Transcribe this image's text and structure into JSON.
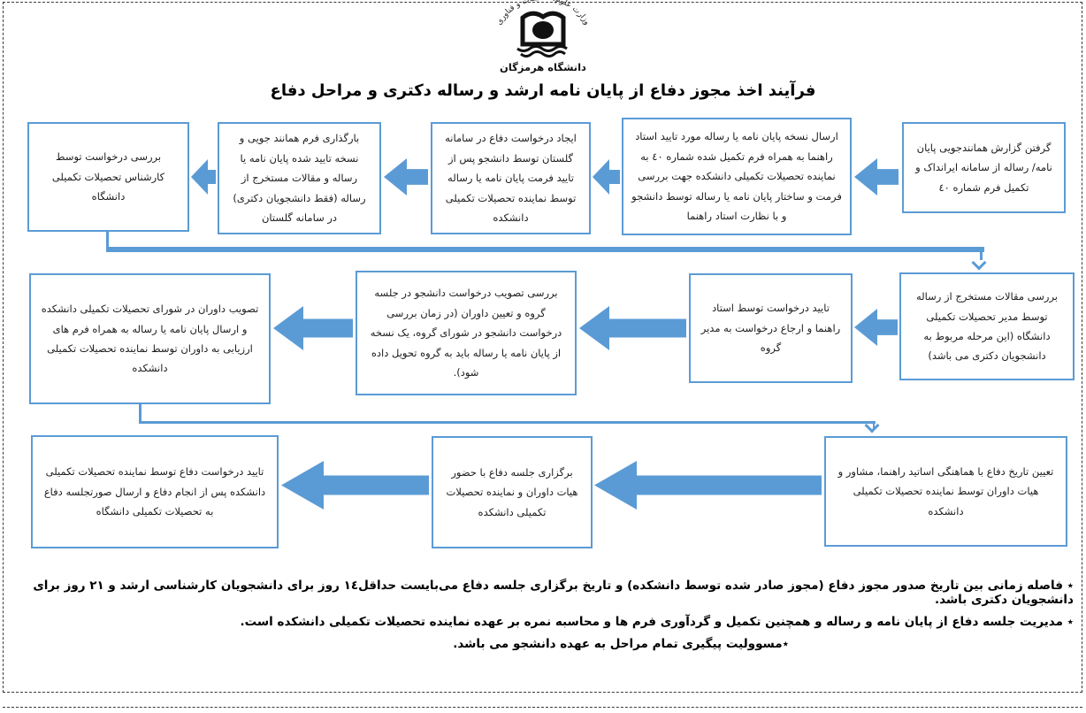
{
  "header": {
    "ministry": "وزارت علوم، تحقیقات و فناوری",
    "university": "دانشگاه هرمزگان",
    "title": "فرآیند اخذ مجوز دفاع از پایان نامه ارشد و رساله دکتری و مراحل دفاع"
  },
  "colors": {
    "accent": "#5B9BD5",
    "box_border": "#5B9BD5",
    "text": "#1c1c1c"
  },
  "flow": {
    "row1": [
      {
        "text": "گرفتن گزارش همانندجویی  پایان نامه/ رساله از سامانه ایرانداک و تکمیل فرم شماره ٤٠"
      },
      {
        "text": "ارسال نسخه پایان نامه یا رساله مورد تایید استاد راهنما به همراه فرم تکمیل شده شماره ٤٠ به نماینده تحصیلات تکمیلی دانشکده جهت بررسی فرمت و ساختار پایان نامه یا رساله توسط دانشجو و با نظارت استاد راهنما"
      },
      {
        "text": "ایجاد درخواست دفاع در سامانه گلستان توسط دانشجو پس از تایید فرمت پایان نامه یا رساله توسط نماینده تحصیلات تکمیلی دانشکده"
      },
      {
        "text": "بارگذاری فرم همانند جویی و نسخه تایید شده پایان نامه یا رساله و مقالات مستخرج از رساله (فقط دانشجویان دکتری) در سامانه گلستان"
      },
      {
        "text": "بررسی درخواست توسط کارشناس تحصیلات تکمیلی دانشگاه"
      }
    ],
    "row2": [
      {
        "text": "بررسی مقالات مستخرج از رساله توسط مدیر تحصیلات تکمیلی دانشگاه (این مرحله مربوط به دانشجویان دکتری می باشد)"
      },
      {
        "text": "تایید درخواست توسط استاد راهنما و ارجاع درخواست به مدیر گروه"
      },
      {
        "text": "بررسی تصویب درخواست دانشجو در جلسه گروه و تعیین داوران (در زمان بررسی درخواست دانشجو در شورای گروه، یک نسخه از پایان نامه یا رساله باید به گروه تحویل داده شود)."
      },
      {
        "text": "تصویب داوران در شورای تحصیلات تکمیلی دانشکده و ارسال پایان نامه یا رساله به همراه فرم های ارزیابی به داوران توسط نماینده تحصیلات تکمیلی دانشکده"
      }
    ],
    "row3": [
      {
        "text": "تعیین تاریخ دفاع با هماهنگی اساتید راهنما، مشاور و هیات داوران توسط نماینده تحصیلات تکمیلی دانشکده"
      },
      {
        "text": "برگزاری جلسه دفاع با حضور هیات داوران و نماینده تحصیلات تکمیلی دانشکده"
      },
      {
        "text": "تایید درخواست دفاع توسط نماینده تحصیلات تکمیلی دانشکده پس از انجام دفاع و ارسال صورتجلسه دفاع به تحصیلات تکمیلی دانشگاه"
      }
    ]
  },
  "footnotes": [
    "٭ فاصله زمانی بین تاریخ صدور مجوز دفاع (مجوز صادر شده توسط دانشکده) و تاریخ برگزاری جلسه دفاع می‌بایست حداقل١٤ روز برای دانشجویان کارشناسی ارشد و ٢١ روز برای دانشجویان دکتری باشد.",
    "٭ مدیریت جلسه دفاع از پایان نامه و رساله و همچنین تکمیل و گردآوری فرم ها و محاسبه نمره بر عهده نماینده تحصیلات تکمیلی دانشکده است.",
    "٭مسوولیت پیگیری تمام مراحل به عهده دانشجو می باشد."
  ]
}
